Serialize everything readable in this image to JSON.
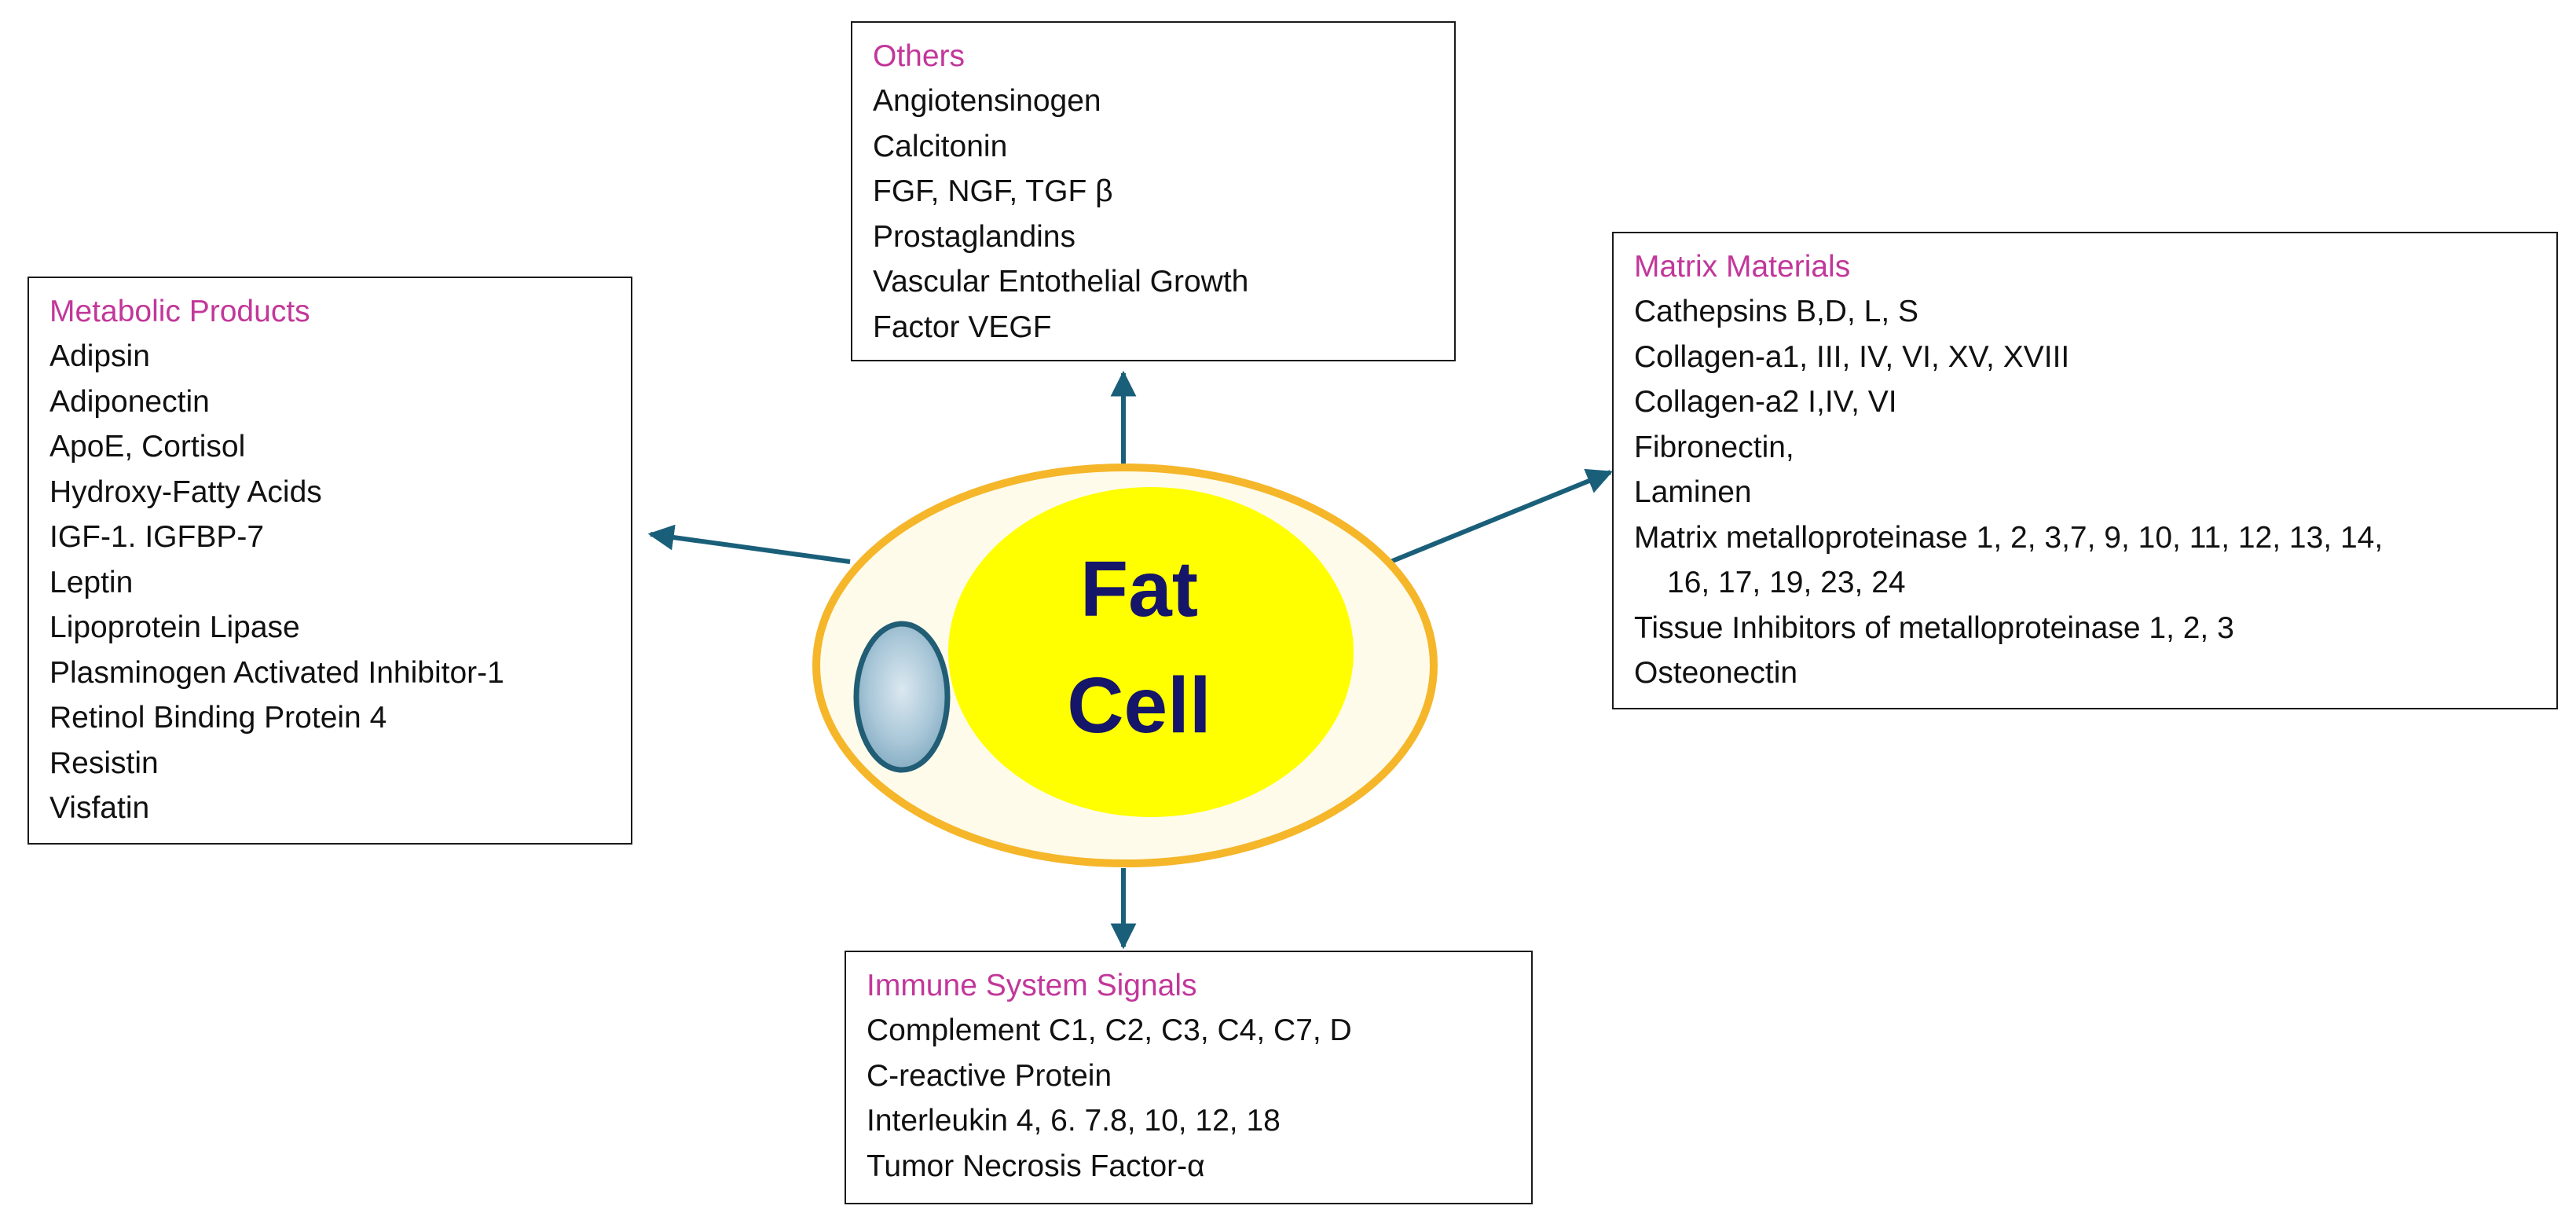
{
  "cell": {
    "label_line1": "Fat",
    "label_line2": "Cell"
  },
  "boxes": {
    "others": {
      "title": "Others",
      "items": [
        "Angiotensinogen",
        "Calcitonin",
        "FGF, NGF, TGF β",
        "Prostaglandins",
        "Vascular Entothelial Growth",
        "Factor VEGF"
      ]
    },
    "metabolic": {
      "title": "Metabolic Products",
      "items": [
        "Adipsin",
        "Adiponectin",
        "ApoE, Cortisol",
        "Hydroxy-Fatty Acids",
        "IGF-1. IGFBP-7",
        "Leptin",
        "Lipoprotein Lipase",
        "Plasminogen Activated Inhibitor-1",
        "Retinol Binding Protein 4",
        "Resistin",
        "Visfatin"
      ]
    },
    "matrix": {
      "title": "Matrix Materials",
      "items": [
        "Cathepsins B,D, L, S",
        "Collagen-a1, III, IV, VI, XV, XVIII",
        "Collagen-a2 I,IV, VI",
        "Fibronectin,",
        "Laminen",
        "Matrix metalloproteinase 1, 2, 3,7, 9, 10, 11, 12, 13, 14,",
        "16, 17, 19, 23, 24",
        "Tissue Inhibitors of metalloproteinase 1, 2, 3",
        "Osteonectin"
      ]
    },
    "immune": {
      "title": "Immune System Signals",
      "items": [
        "Complement C1, C2, C3, C4, C7, D",
        "C-reactive Protein",
        "Interleukin 4, 6. 7.8, 10, 12, 18",
        "Tumor Necrosis Factor-α"
      ]
    }
  },
  "colors": {
    "title": "#c2379a",
    "text": "#111111",
    "arrow": "#1a5f7a",
    "cell_outline": "#f5b62a",
    "cell_fill": "#fffbea",
    "nucleus_fill": "#ffff00",
    "cell_label": "#15156a",
    "small_nucleus_stroke": "#215d75",
    "small_nucleus_fill": "#a9c7d8"
  }
}
